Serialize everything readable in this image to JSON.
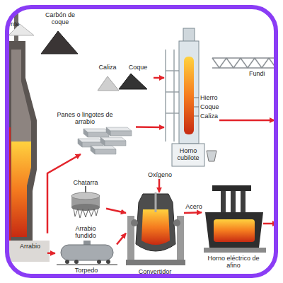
{
  "diagram": {
    "nodes": [
      {
        "text": [
          "nte"
        ]
      },
      {
        "text": [
          "Carbón de coque"
        ]
      },
      {
        "text": [
          "Arrabio"
        ]
      },
      {
        "text": [
          "Caliza"
        ]
      },
      {
        "text": [
          "Coque"
        ]
      },
      {
        "text": [
          "Fundi"
        ]
      },
      {
        "text": [
          "Hierro",
          "Coque",
          "Caliza",
          "Horno cubilote"
        ]
      },
      {
        "text": [
          "Panes o lingotes de arrabio"
        ]
      },
      {
        "text": [
          "Chatarra"
        ]
      },
      {
        "text": [
          "Convertidor"
        ]
      },
      {
        "text": [
          "Horno eléctrico de afino"
        ]
      },
      {
        "text": [
          "Torpedo"
        ]
      }
    ],
    "edges": [
      {
        "from": 2,
        "to": 7,
        "arrow": "to"
      },
      {
        "from": 2,
        "to": 11,
        "arrow": "to"
      },
      {
        "from": 4,
        "to": 6,
        "arrow": "to"
      },
      {
        "from": 7,
        "to": 6,
        "arrow": "to"
      },
      {
        "from": 8,
        "to": 9,
        "arrow": "to"
      },
      {
        "from": 11,
        "to": 9,
        "label": "Arrabio fundido",
        "arrow": "to"
      },
      {
        "from": 9,
        "to": 10,
        "label": "Acero",
        "arrow": "to"
      }
    ],
    "labels": [
      "Oxígeno"
    ]
  }
}
